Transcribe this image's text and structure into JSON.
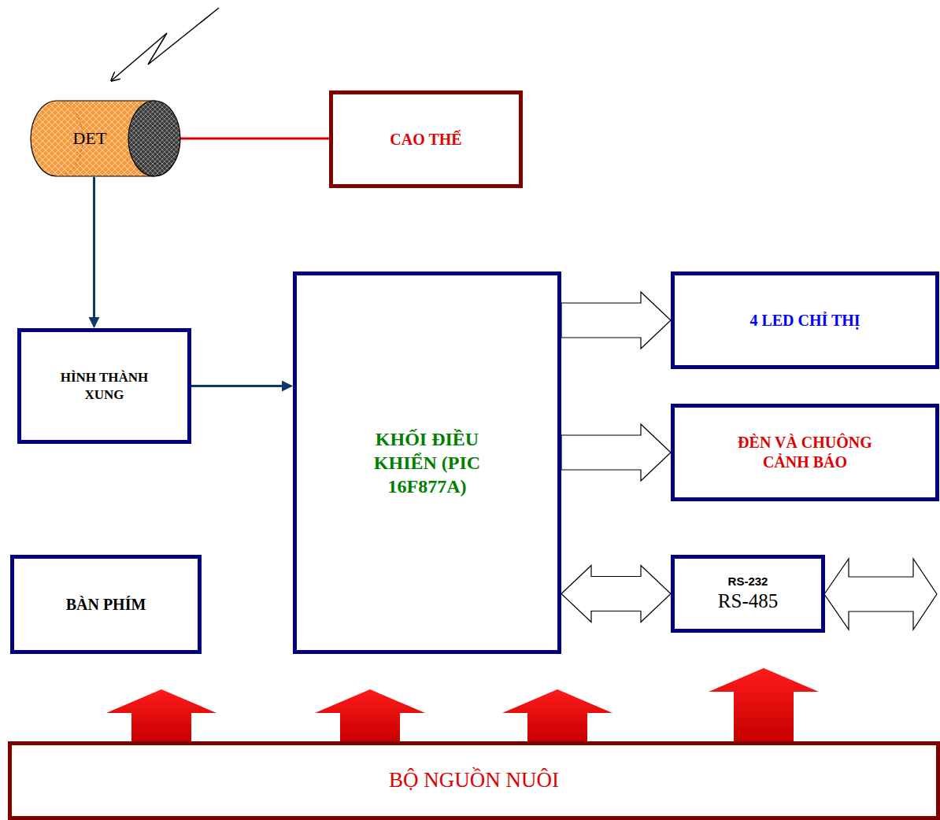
{
  "diagram": {
    "nodes": [
      {
        "text": [
          "DET"
        ]
      },
      {
        "text": [
          "CAO THẾ"
        ]
      },
      {
        "text": [
          "HÌNH THÀNH XUNG"
        ]
      },
      {
        "text": [
          "KHỐI ĐIỀU KHIỂN (PIC 16F877A)"
        ]
      },
      {
        "text": [
          "4 LED CHỈ THỊ"
        ]
      },
      {
        "text": [
          "ĐÈN VÀ CHUÔNG CẢNH BÁO"
        ]
      },
      {
        "text": [
          "BÀN PHÍM"
        ]
      },
      {
        "text": [
          "RS-232",
          "RS-485"
        ]
      },
      {
        "text": [
          "BỘ NGUỒN NUÔI"
        ]
      }
    ],
    "edges": [
      {
        "from": 0,
        "to": 1,
        "arrow": "none"
      },
      {
        "from": 0,
        "to": 2,
        "arrow": "to"
      },
      {
        "from": 2,
        "to": 3,
        "arrow": "to"
      },
      {
        "from": 3,
        "to": 4,
        "arrow": "to"
      },
      {
        "from": 3,
        "to": 5,
        "arrow": "to"
      },
      {
        "from": 3,
        "to": 7,
        "arrow": "both"
      },
      {
        "from": 8,
        "to": 6,
        "arrow": "to"
      },
      {
        "from": 8,
        "to": 3,
        "arrow": "to"
      },
      {
        "from": 8,
        "to": 3,
        "arrow": "to"
      },
      {
        "from": 8,
        "to": 7,
        "arrow": "to"
      }
    ]
  }
}
